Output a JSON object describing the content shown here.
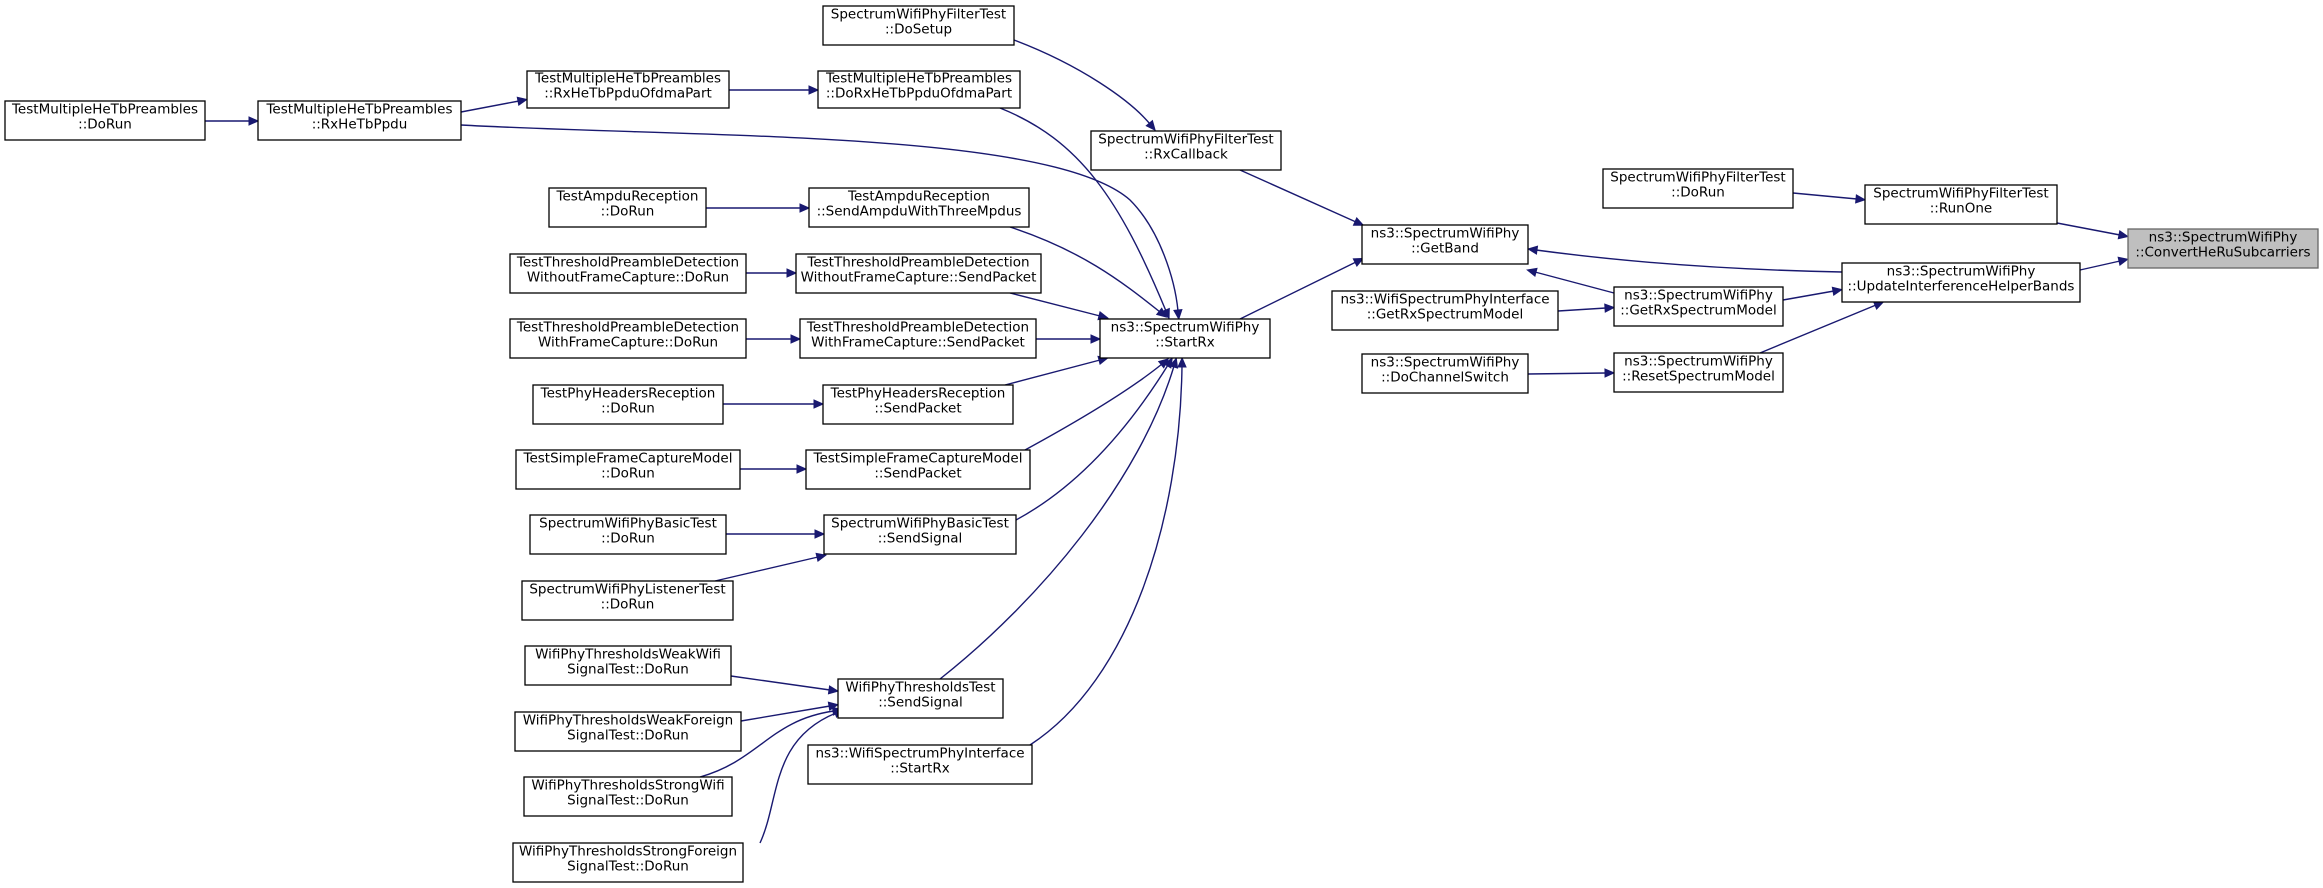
{
  "diagram": {
    "type": "call-graph",
    "colors": {
      "edge": "#191970",
      "highlight_fill": "#bfbfbf",
      "node_border": "#000000"
    },
    "nodes": [
      {
        "id": "mh_dorun",
        "lines": [
          "TestMultipleHeTbPreambles",
          "::DoRun"
        ]
      },
      {
        "id": "mh_rx",
        "lines": [
          "TestMultipleHeTbPreambles",
          "::RxHeTbPpdu"
        ]
      },
      {
        "id": "mh_rxofdma",
        "lines": [
          "TestMultipleHeTbPreambles",
          "::RxHeTbPpduOfdmaPart"
        ]
      },
      {
        "id": "mh_dorxofdma",
        "lines": [
          "TestMultipleHeTbPreambles",
          "::DoRxHeTbPpduOfdmaPart"
        ]
      },
      {
        "id": "sf_dosetup",
        "lines": [
          "SpectrumWifiPhyFilterTest",
          "::DoSetup"
        ]
      },
      {
        "id": "sf_rxcb",
        "lines": [
          "SpectrumWifiPhyFilterTest",
          "::RxCallback"
        ]
      },
      {
        "id": "ta_dorun",
        "lines": [
          "TestAmpduReception",
          "::DoRun"
        ]
      },
      {
        "id": "ta_send",
        "lines": [
          "TestAmpduReception",
          "::SendAmpduWithThreeMpdus"
        ]
      },
      {
        "id": "ttwo_dorun",
        "lines": [
          "TestThresholdPreambleDetection",
          "WithoutFrameCapture::DoRun"
        ]
      },
      {
        "id": "ttwo_send",
        "lines": [
          "TestThresholdPreambleDetection",
          "WithoutFrameCapture::SendPacket"
        ]
      },
      {
        "id": "ttw_dorun",
        "lines": [
          "TestThresholdPreambleDetection",
          "WithFrameCapture::DoRun"
        ]
      },
      {
        "id": "ttw_send",
        "lines": [
          "TestThresholdPreambleDetection",
          "WithFrameCapture::SendPacket"
        ]
      },
      {
        "id": "phr_dorun",
        "lines": [
          "TestPhyHeadersReception",
          "::DoRun"
        ]
      },
      {
        "id": "phr_send",
        "lines": [
          "TestPhyHeadersReception",
          "::SendPacket"
        ]
      },
      {
        "id": "sfc_dorun",
        "lines": [
          "TestSimpleFrameCaptureModel",
          "::DoRun"
        ]
      },
      {
        "id": "sfc_send",
        "lines": [
          "TestSimpleFrameCaptureModel",
          "::SendPacket"
        ]
      },
      {
        "id": "swb_dorun",
        "lines": [
          "SpectrumWifiPhyBasicTest",
          "::DoRun"
        ]
      },
      {
        "id": "swb_send",
        "lines": [
          "SpectrumWifiPhyBasicTest",
          "::SendSignal"
        ]
      },
      {
        "id": "swl_dorun",
        "lines": [
          "SpectrumWifiPhyListenerTest",
          "::DoRun"
        ]
      },
      {
        "id": "wtww_dorun",
        "lines": [
          "WifiPhyThresholdsWeakWifi",
          "SignalTest::DoRun"
        ]
      },
      {
        "id": "wtwf_dorun",
        "lines": [
          "WifiPhyThresholdsWeakForeign",
          "SignalTest::DoRun"
        ]
      },
      {
        "id": "wtsw_dorun",
        "lines": [
          "WifiPhyThresholdsStrongWifi",
          "SignalTest::DoRun"
        ]
      },
      {
        "id": "wtsf_dorun",
        "lines": [
          "WifiPhyThresholdsStrongForeign",
          "SignalTest::DoRun"
        ]
      },
      {
        "id": "wt_send",
        "lines": [
          "WifiPhyThresholdsTest",
          "::SendSignal"
        ]
      },
      {
        "id": "wspi_startrx",
        "lines": [
          "ns3::WifiSpectrumPhyInterface",
          "::StartRx"
        ]
      },
      {
        "id": "swp_startrx",
        "lines": [
          "ns3::SpectrumWifiPhy",
          "::StartRx"
        ]
      },
      {
        "id": "swp_getband",
        "lines": [
          "ns3::SpectrumWifiPhy",
          "::GetBand"
        ]
      },
      {
        "id": "wspi_getrx",
        "lines": [
          "ns3::WifiSpectrumPhyInterface",
          "::GetRxSpectrumModel"
        ]
      },
      {
        "id": "swp_getrx",
        "lines": [
          "ns3::SpectrumWifiPhy",
          "::GetRxSpectrumModel"
        ]
      },
      {
        "id": "swp_dochan",
        "lines": [
          "ns3::SpectrumWifiPhy",
          "::DoChannelSwitch"
        ]
      },
      {
        "id": "swp_reset",
        "lines": [
          "ns3::SpectrumWifiPhy",
          "::ResetSpectrumModel"
        ]
      },
      {
        "id": "sf_dorun",
        "lines": [
          "SpectrumWifiPhyFilterTest",
          "::DoRun"
        ]
      },
      {
        "id": "sf_runone",
        "lines": [
          "SpectrumWifiPhyFilterTest",
          "::RunOne"
        ]
      },
      {
        "id": "swp_update",
        "lines": [
          "ns3::SpectrumWifiPhy",
          "::UpdateInterferenceHelperBands"
        ]
      },
      {
        "id": "swp_convert",
        "lines": [
          "ns3::SpectrumWifiPhy",
          "::ConvertHeRuSubcarriers"
        ],
        "highlight": true
      }
    ],
    "edges": [
      {
        "from": "mh_dorun",
        "to": "mh_rx"
      },
      {
        "from": "mh_rx",
        "to": "mh_rxofdma"
      },
      {
        "from": "mh_rxofdma",
        "to": "mh_dorxofdma"
      },
      {
        "from": "mh_rx",
        "to": "swp_startrx"
      },
      {
        "from": "mh_dorxofdma",
        "to": "swp_startrx"
      },
      {
        "from": "sf_dosetup",
        "to": "sf_rxcb"
      },
      {
        "from": "sf_rxcb",
        "to": "swp_getband"
      },
      {
        "from": "ta_dorun",
        "to": "ta_send"
      },
      {
        "from": "ta_send",
        "to": "swp_startrx"
      },
      {
        "from": "ttwo_dorun",
        "to": "ttwo_send"
      },
      {
        "from": "ttwo_send",
        "to": "swp_startrx"
      },
      {
        "from": "ttw_dorun",
        "to": "ttw_send"
      },
      {
        "from": "ttw_send",
        "to": "swp_startrx"
      },
      {
        "from": "phr_dorun",
        "to": "phr_send"
      },
      {
        "from": "phr_send",
        "to": "swp_startrx"
      },
      {
        "from": "sfc_dorun",
        "to": "sfc_send"
      },
      {
        "from": "sfc_send",
        "to": "swp_startrx"
      },
      {
        "from": "swb_dorun",
        "to": "swb_send"
      },
      {
        "from": "swl_dorun",
        "to": "swb_send"
      },
      {
        "from": "swb_send",
        "to": "swp_startrx"
      },
      {
        "from": "wtww_dorun",
        "to": "wt_send"
      },
      {
        "from": "wtwf_dorun",
        "to": "wt_send"
      },
      {
        "from": "wtsw_dorun",
        "to": "wt_send"
      },
      {
        "from": "wtsf_dorun",
        "to": "wt_send"
      },
      {
        "from": "wt_send",
        "to": "swp_startrx"
      },
      {
        "from": "wspi_startrx",
        "to": "swp_startrx"
      },
      {
        "from": "swp_startrx",
        "to": "swp_getband"
      },
      {
        "from": "swp_getrx",
        "to": "swp_getband"
      },
      {
        "from": "swp_update",
        "to": "swp_getband"
      },
      {
        "from": "wspi_getrx",
        "to": "swp_getrx"
      },
      {
        "from": "swp_dochan",
        "to": "swp_reset"
      },
      {
        "from": "swp_getrx",
        "to": "swp_update"
      },
      {
        "from": "swp_reset",
        "to": "swp_update"
      },
      {
        "from": "sf_dorun",
        "to": "sf_runone"
      },
      {
        "from": "sf_runone",
        "to": "swp_convert"
      },
      {
        "from": "swp_update",
        "to": "swp_convert"
      }
    ]
  }
}
